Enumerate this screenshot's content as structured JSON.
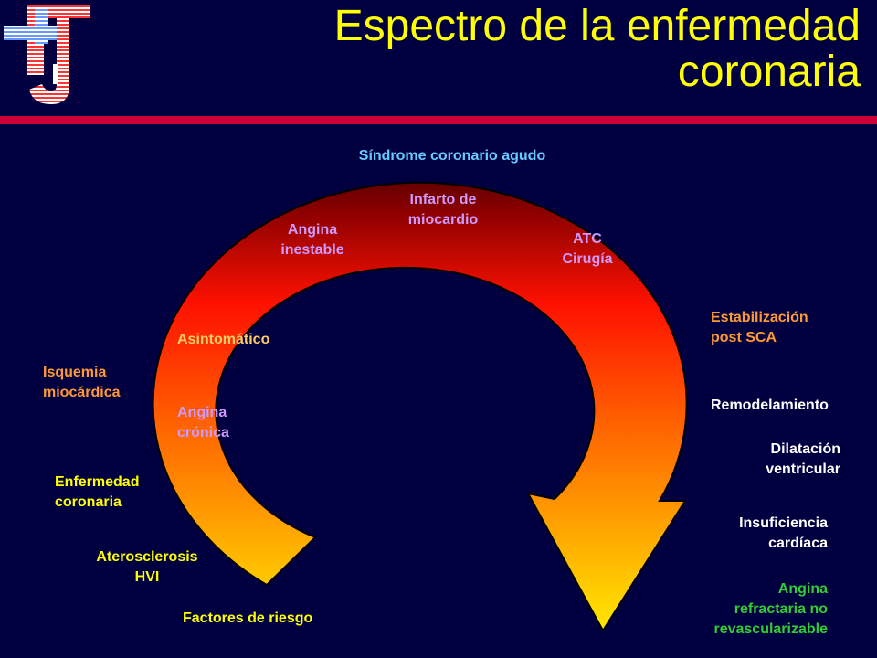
{
  "title": {
    "line1": "Espectro de la enfermedad",
    "line2": "coronaria"
  },
  "colors": {
    "background": "#000040",
    "title": "#ffff00",
    "rule": "#cc0033",
    "arc_top": "#660000",
    "arc_mid": "#ff2200",
    "arc_bottom": "#ffee00"
  },
  "diagram": {
    "top_label": "Síndrome coronario agudo",
    "inside": {
      "infarto": [
        "Infarto de",
        "miocardio"
      ],
      "angina_inestable": [
        "Angina",
        "inestable"
      ],
      "atc": [
        "ATC",
        "Cirugía"
      ],
      "asintomatico": "Asintomático",
      "angina_cronica": [
        "Angina",
        "crónica"
      ]
    },
    "left": {
      "isquemia": [
        "Isquemia",
        "miocárdica"
      ],
      "enfermedad": [
        "Enfermedad",
        "coronaria"
      ],
      "aterosclerosis": [
        "Aterosclerosis",
        "HVI"
      ],
      "factores": "Factores  de riesgo"
    },
    "right": {
      "estabilizacion": [
        "Estabilización",
        "post SCA"
      ],
      "remodelamiento": "Remodelamiento",
      "dilatacion": [
        "Dilatación",
        "ventricular"
      ],
      "insuficiencia": [
        "Insuficiencia",
        "cardíaca"
      ],
      "angina_refractaria": [
        "Angina",
        "refractaria no",
        "revascularizable"
      ]
    }
  }
}
